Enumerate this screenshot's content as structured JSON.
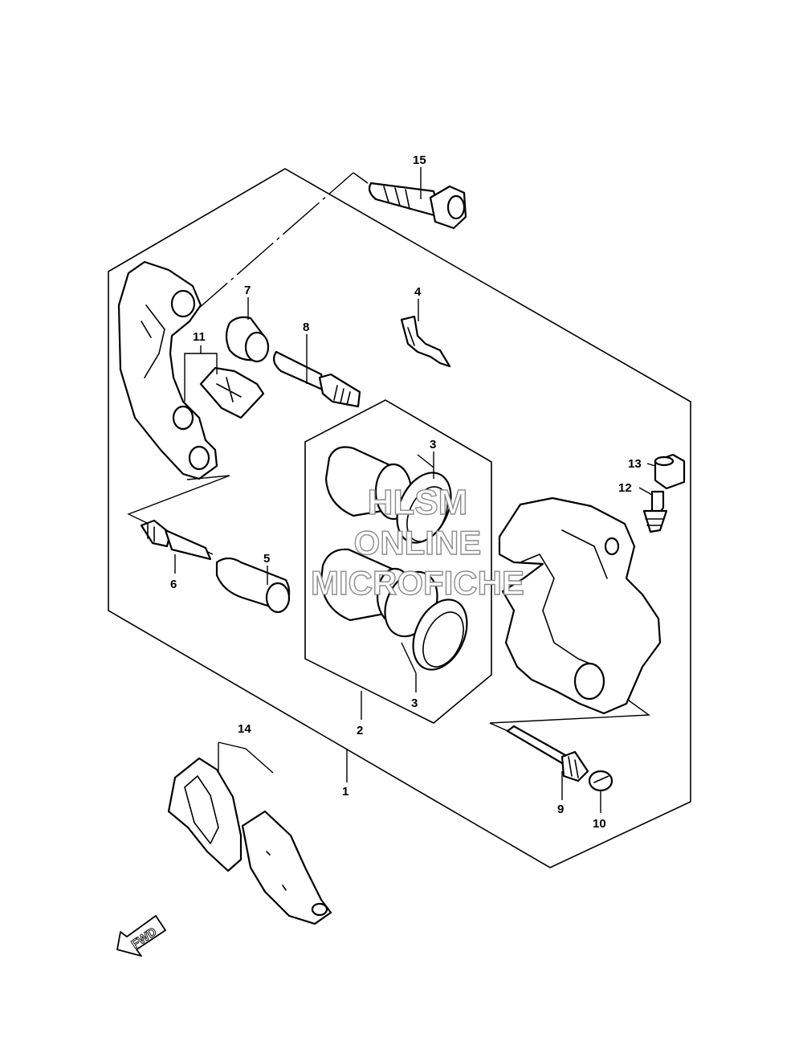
{
  "callouts": {
    "c1": "1",
    "c2": "2",
    "c3a": "3",
    "c3b": "3",
    "c4": "4",
    "c5": "5",
    "c6": "6",
    "c7": "7",
    "c8": "8",
    "c9": "9",
    "c10": "10",
    "c11": "11",
    "c12": "12",
    "c13": "13",
    "c14": "14",
    "c15": "15"
  },
  "watermark": {
    "line1": "HLSM",
    "line2": "ONLINE",
    "line3": "MICROFICHE"
  },
  "direction": {
    "label": "FWD"
  },
  "colors": {
    "ink": "#000000",
    "watermark_outline": "#8c8c8c",
    "paper": "#ffffff"
  }
}
